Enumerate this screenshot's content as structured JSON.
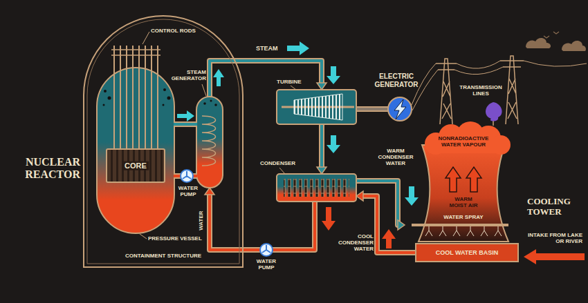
{
  "diagram": {
    "nodes": [
      {
        "text": [
          "CONTAINMENT STRUCTURE"
        ]
      },
      {
        "text": [
          "CORE"
        ],
        "in": 0
      },
      {
        "text": [
          "STEAM GENERATOR"
        ],
        "in": 0
      },
      {
        "text": [
          "TURBINE"
        ]
      },
      {
        "text": [
          "ELECTRIC GENERATOR"
        ]
      },
      {
        "text": [
          "CONDENSER"
        ]
      },
      {
        "text": [
          "COOLING TOWER"
        ]
      },
      {
        "text": [
          "COOL WATER BASIN"
        ],
        "in": 6
      }
    ],
    "edges": [
      {
        "from": 2,
        "to": 3,
        "arrow": "to",
        "label": "STEAM"
      },
      {
        "from": 3,
        "to": 4,
        "arrow": "none"
      },
      {
        "from": 3,
        "to": 5,
        "arrow": "to"
      },
      {
        "from": 5,
        "to": 6,
        "arrow": "to"
      },
      {
        "from": 7,
        "to": 5,
        "arrow": "to"
      },
      {
        "from": 5,
        "to": 2,
        "arrow": "to"
      }
    ],
    "labels": [
      "NUCLEAR REACTOR",
      "CONTROL RODS",
      "WATER PUMP",
      "PRESSURE VESSEL",
      "WATER",
      "WATER PUMP",
      "TRANSMISSION LINES",
      "WARM CONDENSER WATER",
      "NONRADIOACTIVE WATER VAPOUR",
      "WARM MOIST AIR",
      "WATER SPRAY",
      "INTAKE FROM LAKE OR RIVER",
      "COOL CONDENSER WATER"
    ]
  }
}
